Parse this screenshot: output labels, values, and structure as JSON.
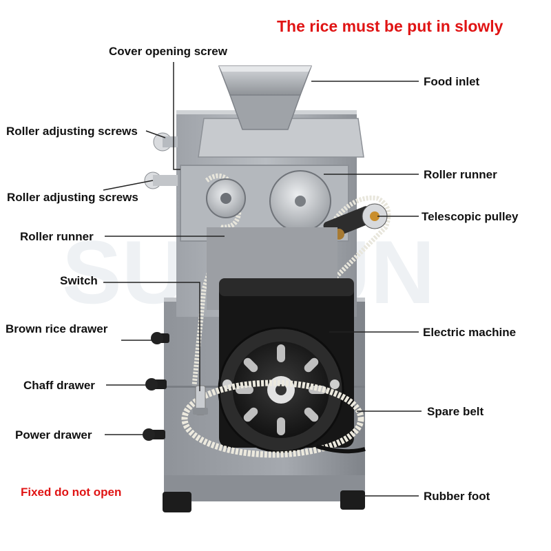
{
  "header": {
    "notice": "The rice must be put in slowly"
  },
  "footer": {
    "warning": "Fixed do not open"
  },
  "watermark": "SUNTUN",
  "colors": {
    "accent_red": "#e01414",
    "machine_gray": "#a9adb3",
    "motor_black": "#1b1b1b",
    "belt": "#e8e6dc"
  },
  "labels": {
    "cover_screw": "Cover opening screw",
    "food_inlet": "Food inlet",
    "roller_adjust_1": "Roller adjusting screws",
    "roller_adjust_2": "Roller adjusting screws",
    "roller_runner_right": "Roller runner",
    "telescopic_pulley": "Telescopic pulley",
    "roller_runner_left": "Roller runner",
    "switch": "Switch",
    "brown_rice_drawer": "Brown rice drawer",
    "electric_machine": "Electric machine",
    "chaff_drawer": "Chaff drawer",
    "spare_belt": "Spare belt",
    "power_drawer": "Power drawer",
    "rubber_foot": "Rubber foot"
  }
}
